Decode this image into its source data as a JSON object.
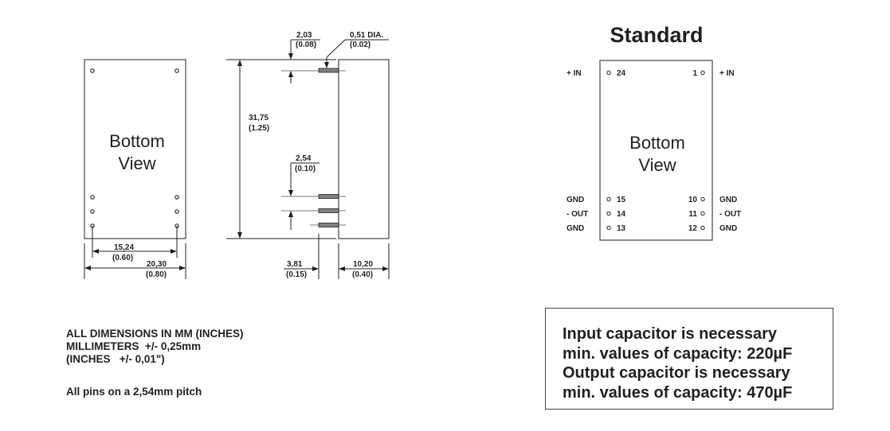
{
  "left_view": {
    "label_line1": "Bottom",
    "label_line2": "View",
    "dim_pin_spacing": {
      "mm": "15,24",
      "inch": "(0.60)"
    },
    "dim_width": {
      "mm": "20,30",
      "inch": "(0.80)"
    }
  },
  "side_view": {
    "dim_pin_offset": {
      "mm": "2,03",
      "inch": "(0.08)"
    },
    "dim_pin_diameter": {
      "mm": "0,51 DIA.",
      "inch": "(0.02)"
    },
    "dim_height": {
      "mm": "31,75",
      "inch": "(1.25)"
    },
    "dim_pitch": {
      "mm": "2,54",
      "inch": "(0.10)"
    },
    "dim_pin_length": {
      "mm": "3,81",
      "inch": "(0.15)"
    },
    "dim_body_depth": {
      "mm": "10,20",
      "inch": "(0.40)"
    }
  },
  "pinout": {
    "title": "Standard",
    "label_line1": "Bottom",
    "label_line2": "View",
    "left_pins": [
      {
        "number": "24",
        "signal": "+ IN"
      },
      {
        "number": "15",
        "signal": "GND"
      },
      {
        "number": "14",
        "signal": "- OUT"
      },
      {
        "number": "13",
        "signal": "GND"
      }
    ],
    "right_pins": [
      {
        "number": "1",
        "signal": "+ IN"
      },
      {
        "number": "10",
        "signal": "GND"
      },
      {
        "number": "11",
        "signal": "- OUT"
      },
      {
        "number": "12",
        "signal": "GND"
      }
    ]
  },
  "notes": {
    "line1": "ALL DIMENSIONS IN MM (INCHES)",
    "line2": "MILLIMETERS  +/- 0,25mm",
    "line3": "(INCHES   +/- 0,01\")",
    "pitch": "All pins on a 2,54mm pitch"
  },
  "capacitor_note": {
    "line1": "Input capacitor is necessary",
    "line2": "min. values of capacity: 220µF",
    "line3": "Output capacitor is necessary",
    "line4": "min. values of capacity: 470µF"
  },
  "colors": {
    "ink": "#231f20",
    "pin_fill": "#808080"
  }
}
